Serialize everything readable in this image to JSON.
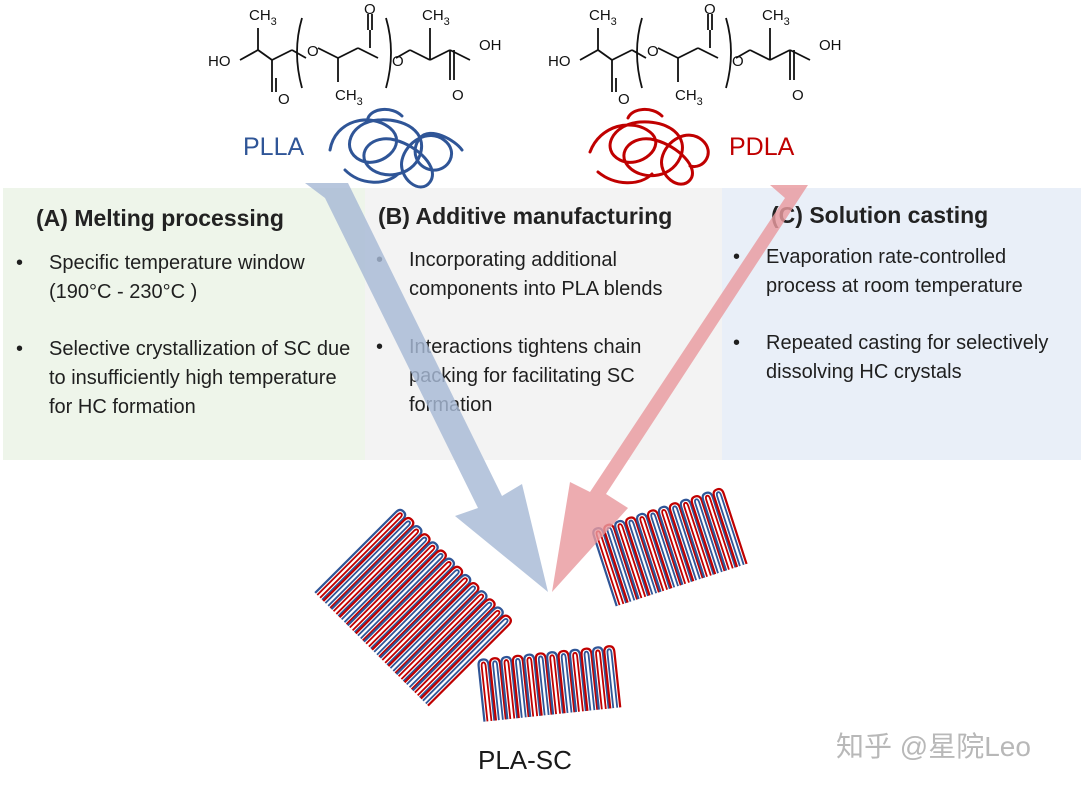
{
  "molecules": {
    "plla": {
      "ch3_top_left": "CH3",
      "ch3_top_right": "CH3",
      "ch3_bottom": "CH3",
      "ho": "HO",
      "oh": "OH",
      "o": "O"
    },
    "pdla": {
      "ch3_top_left": "CH3",
      "ch3_top_right": "CH3",
      "ch3_bottom": "CH3",
      "ho": "HO",
      "oh": "OH",
      "o": "O"
    }
  },
  "labels": {
    "plla": "PLLA",
    "pdla": "PDLA",
    "product": "PLA-SC"
  },
  "panels": [
    {
      "title": "(A) Melting processing",
      "bullets": [
        "Specific temperature window (190°C - 230°C )",
        "Selective crystallization of SC due to insufficiently high temperature for HC formation"
      ]
    },
    {
      "title": "(B) Additive manufacturing",
      "bullets": [
        "Incorporating additional components into PLA blends",
        "Interactions tightens chain packing for facilitating SC formation"
      ]
    },
    {
      "title": "(C) Solution casting",
      "bullets": [
        "Evaporation rate-controlled process at room temperature",
        "Repeated casting for selectively dissolving HC crystals"
      ]
    }
  ],
  "bullet_char": "•",
  "watermark": "知乎 @星院Leo",
  "colors": {
    "plla": "#2f5597",
    "pdla": "#c00000",
    "blue_arrow": "#a7b9d6",
    "red_arrow": "#e99a9f",
    "panel_a": "#eef5ea",
    "panel_b": "#f3f3f3",
    "panel_c": "#e9eff8"
  }
}
